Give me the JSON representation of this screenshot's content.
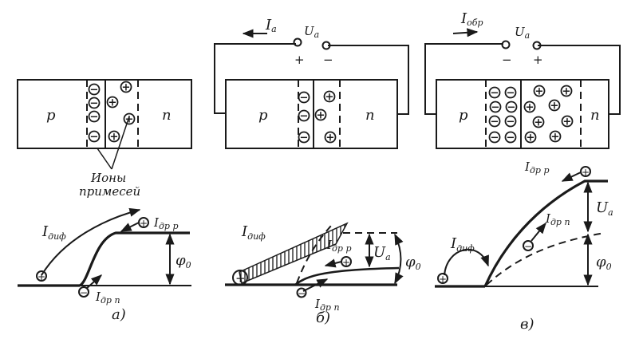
{
  "panels": [
    {
      "id": "a",
      "caption": "а)",
      "crystal": {
        "p_label": "p",
        "n_label": "n"
      },
      "ions_callout": [
        "Ионы",
        "примесей"
      ],
      "labels": {
        "i_dif": "I",
        "i_dif_sub": "диф",
        "i_dr_p": "I",
        "i_dr_p_sub": "др p",
        "i_dr_n": "I",
        "i_dr_n_sub": "др n",
        "phi": "φ",
        "phi_sub": "0"
      }
    },
    {
      "id": "b",
      "caption": "б)",
      "crystal": {
        "p_label": "p",
        "n_label": "n"
      },
      "source": {
        "current": "I",
        "current_sub": "a",
        "voltage": "U",
        "voltage_sub": "a",
        "plus": "+",
        "minus": "−"
      },
      "labels": {
        "i_dif": "I",
        "i_dif_sub": "диф",
        "i_dr_p": "I",
        "i_dr_p_sub": "др p",
        "i_dr_n": "I",
        "i_dr_n_sub": "др n",
        "u": "U",
        "u_sub": "a",
        "phi": "φ",
        "phi_sub": "0"
      }
    },
    {
      "id": "c",
      "caption": "в)",
      "crystal": {
        "p_label": "p",
        "n_label": "n"
      },
      "source": {
        "current": "I",
        "current_sub": "обр",
        "voltage": "U",
        "voltage_sub": "a",
        "plus": "+",
        "minus": "−"
      },
      "labels": {
        "i_dif": "I",
        "i_dif_sub": "диф",
        "i_dr_p": "I",
        "i_dr_p_sub": "др p",
        "i_dr_n": "I",
        "i_dr_n_sub": "др n",
        "u": "U",
        "u_sub": "a",
        "phi": "φ",
        "phi_sub": "0"
      }
    }
  ],
  "ion_symbols": {
    "negative": "−",
    "positive": "+"
  }
}
